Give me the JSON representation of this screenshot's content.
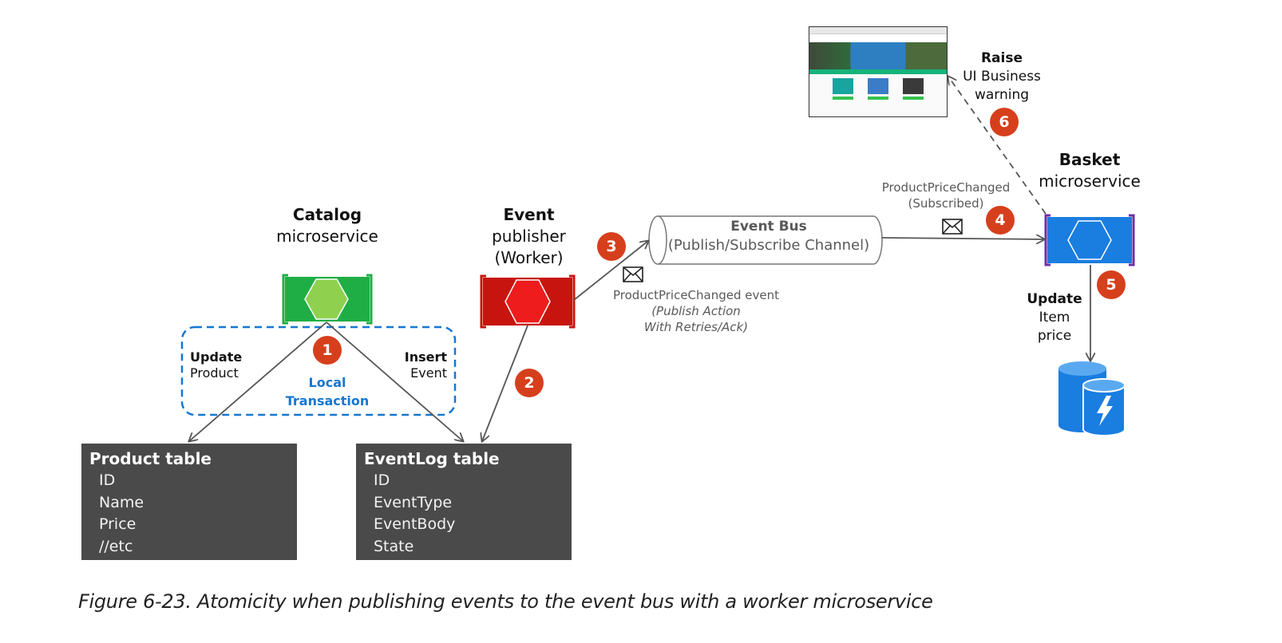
{
  "catalog": {
    "title": "Catalog",
    "subtitle": "microservice"
  },
  "publisher": {
    "title": "Event",
    "line2": "publisher",
    "line3": "(Worker)"
  },
  "event_bus": {
    "title": "Event Bus",
    "subtitle": "(Publish/Subscribe Channel)"
  },
  "basket": {
    "title": "Basket",
    "subtitle": "microservice"
  },
  "local_transaction": {
    "label_line1": "Local",
    "label_line2": "Transaction",
    "update_bold": "Update",
    "update_rest": "Product",
    "insert_bold": "Insert",
    "insert_rest": "Event"
  },
  "publish_note": {
    "line1": "ProductPriceChanged event",
    "line2": "(Publish Action",
    "line3": "With Retries/Ack)"
  },
  "subscribe_note": {
    "line1": "ProductPriceChanged",
    "line2": "(Subscribed)"
  },
  "raise_note": {
    "bold": "Raise",
    "line2": "UI Business",
    "line3": "warning"
  },
  "update_price_note": {
    "bold": "Update",
    "line2": "Item",
    "line3": "price"
  },
  "steps": [
    "1",
    "2",
    "3",
    "4",
    "5",
    "6"
  ],
  "product_table": {
    "title": "Product table",
    "rows": [
      "ID",
      "Name",
      "Price",
      "//etc"
    ]
  },
  "eventlog_table": {
    "title": "EventLog table",
    "rows": [
      "ID",
      "EventType",
      "EventBody",
      "State"
    ]
  },
  "caption": "Figure 6-23. Atomicity when publishing events to the event bus with a worker microservice",
  "colors": {
    "catalog_green": "#1fae45",
    "catalog_hex": "#8fd14f",
    "publisher_red": "#c8140f",
    "publisher_hex": "#ee1c1c",
    "basket_blue": "#1a7de0",
    "basket_bracket": "#6b2fa8",
    "badge": "#d63f1c",
    "transaction_blue": "#1677d2",
    "table_bg": "#4a4a4a"
  },
  "icons": [
    "hexagon-service-icon",
    "envelope-icon",
    "database-icon",
    "webpage-thumbnail-icon"
  ]
}
